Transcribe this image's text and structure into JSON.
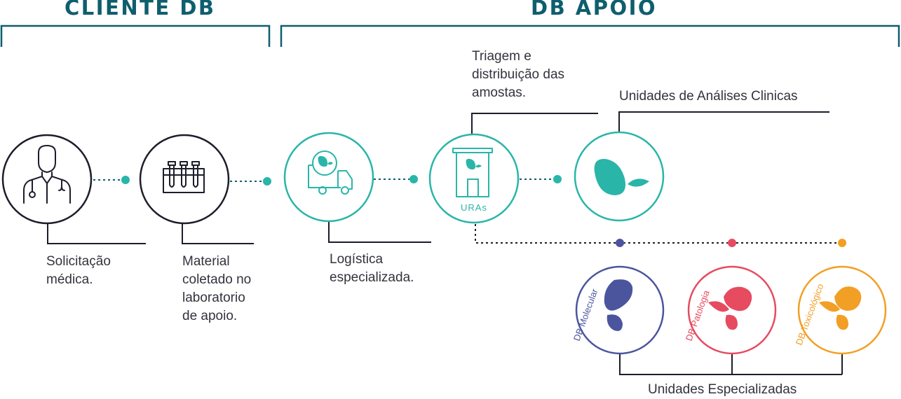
{
  "headers": {
    "cliente": "CLIENTE DB",
    "apoio": "DB APOIO"
  },
  "labels": {
    "solicitacao": [
      "Solicitação",
      "médica."
    ],
    "material": [
      "Material",
      "coletado no",
      "laboratorio",
      "de apoio."
    ],
    "logistica": [
      "Logística",
      "especializada."
    ],
    "triagem": [
      "Triagem e",
      "distribuição das",
      "amostas."
    ],
    "unidades_analises": "Unidades de Análises Clinicas",
    "uras": "URAs",
    "unidades_especializadas": "Unidades Especializadas",
    "molecular": "DB Molecular",
    "patologia": "DB Patologia",
    "toxicologico": "DB Toxicológico"
  },
  "icons": [
    "doctor-icon",
    "test-tubes-icon",
    "delivery-truck-icon",
    "building-icon",
    "db-logo-icon"
  ],
  "colors": {
    "header": "#0e5e6e",
    "teal": "#2ab5a9",
    "molecular": "#4b559e",
    "patologia": "#e64b60",
    "toxicologico": "#f29f25",
    "dark": "#1d1d2b"
  }
}
